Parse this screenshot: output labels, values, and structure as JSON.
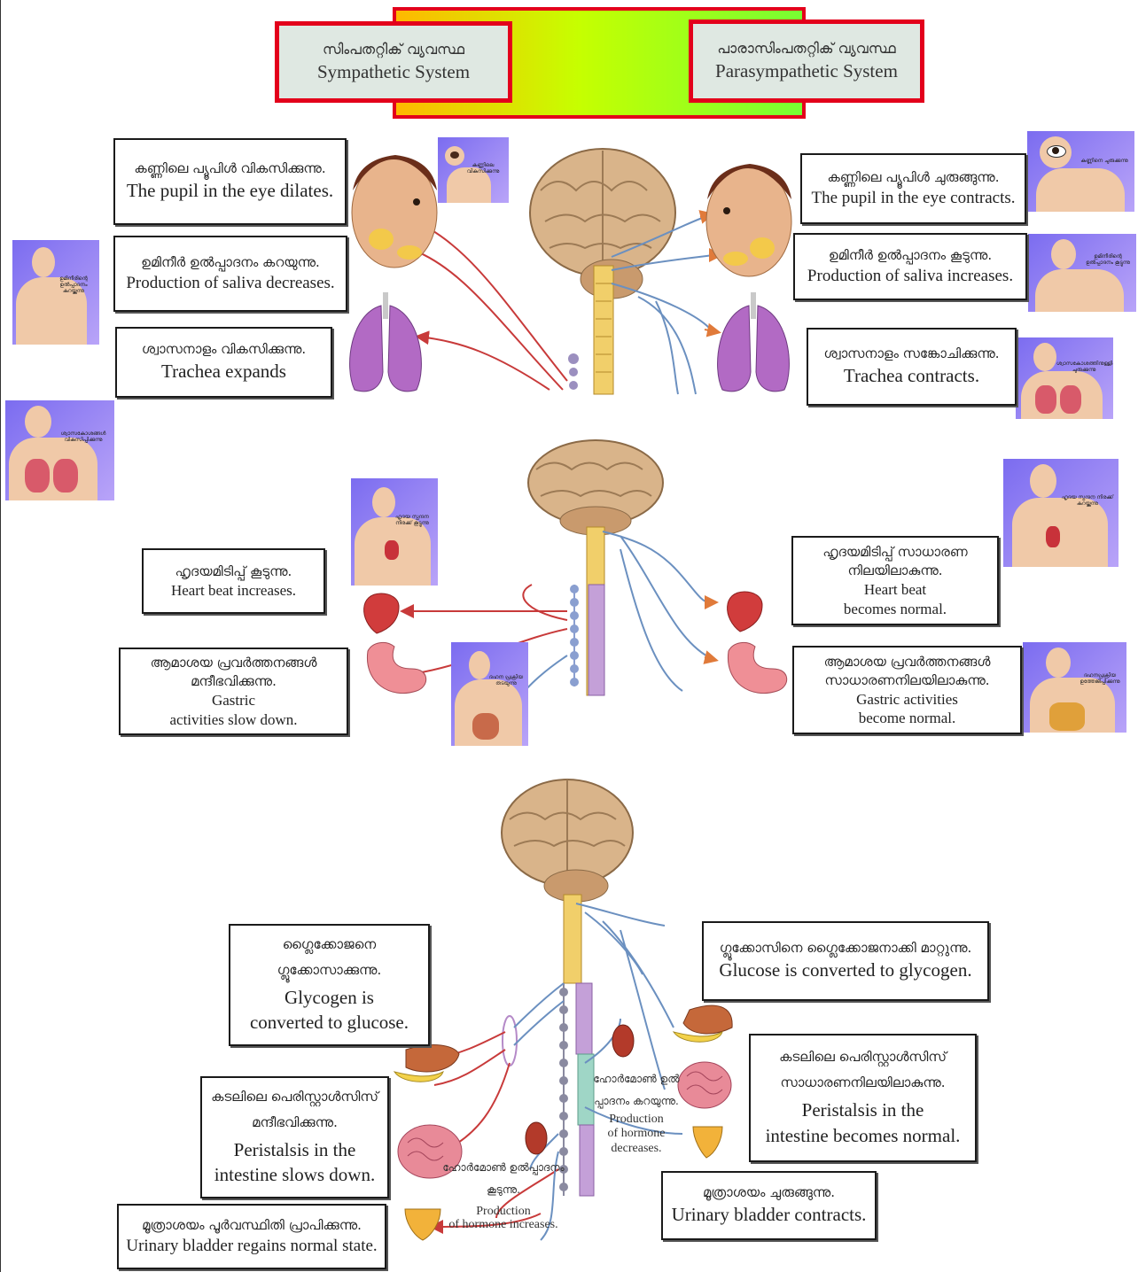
{
  "header": {
    "sympathetic_ml": "സിംപതറ്റിക് വ്യവസ്ഥ",
    "sympathetic_en": "Sympathetic System",
    "parasympathetic_ml": "പാരാസിംപതറ്റിക് വ്യവസ്ഥ",
    "parasympathetic_en": "Parasympathetic System"
  },
  "sympathetic": {
    "eye": {
      "ml": "കണ്ണിലെ പ്യൂപിൾ വികസിക്കുന്നു.",
      "en": "The pupil in the eye dilates."
    },
    "saliva": {
      "ml": "ഉമിനീർ ഉൽപ്പാദനം കറയുന്നു.",
      "en": "Production of saliva decreases."
    },
    "trachea": {
      "ml": "ശ്വാസനാളം വികസിക്കുന്നു.",
      "en": "Trachea expands"
    },
    "heart": {
      "ml": "ഹൃദയമിടിപ്പ് കൂടുന്നു.",
      "en": "Heart beat increases."
    },
    "gastric": {
      "ml1": "ആമാശയ പ്രവർത്തനങ്ങൾ",
      "ml2": "മന്ദീഭവിക്കുന്നു.",
      "en1": "Gastric",
      "en2": "activities slow down."
    },
    "glycogen": {
      "ml1": "ഗ്ലൈക്കോജനെ",
      "ml2": "ഗ്ലൂക്കോസാക്കുന്നു.",
      "en1": "Glycogen is",
      "en2": "converted to glucose."
    },
    "peristalsis": {
      "ml1": "കടലിലെ പെരിസ്റ്റാൾസിസ്",
      "ml2": "മന്ദീഭവിക്കുന്നു.",
      "en1": "Peristalsis in the",
      "en2": "intestine slows down."
    },
    "bladder": {
      "ml": "മൂത്രാശയം പൂർവസ്ഥിതി പ്രാപിക്കുന്നു.",
      "en": "Urinary bladder regains normal state."
    },
    "hormone": {
      "ml1": "ഹോർമോൺ ഉൽപ്പാദനം",
      "ml2": "കൂടുന്നു.",
      "en1": "Production",
      "en2": "of hormone increases."
    }
  },
  "parasympathetic": {
    "eye": {
      "ml": "കണ്ണിലെ പ്യൂപിൾ ചുരുങ്ങുന്നു.",
      "en": "The pupil in the eye contracts."
    },
    "saliva": {
      "ml": "ഉമിനീർ ഉൽപ്പാദനം കൂടുന്നു.",
      "en": "Production of saliva increases."
    },
    "trachea": {
      "ml": "ശ്വാസനാളം സങ്കോചിക്കുന്നു.",
      "en": "Trachea contracts."
    },
    "heart": {
      "ml1": "ഹൃദയമിടിപ്പ് സാധാരണ",
      "ml2": "നിലയിലാകുന്നു.",
      "en1": "Heart beat",
      "en2": "becomes normal."
    },
    "gastric": {
      "ml1": "ആമാശയ പ്രവർത്തനങ്ങൾ",
      "ml2": "സാധാരണനിലയിലാകുന്നു.",
      "en1": "Gastric activities",
      "en2": "become normal."
    },
    "glucose": {
      "ml": "ഗ്ലൂക്കോസിനെ ഗ്ലൈക്കോജനാക്കി മാറ്റുന്നു.",
      "en": "Glucose is converted to glycogen."
    },
    "peristalsis": {
      "ml1": "കടലിലെ പെരിസ്റ്റാൾസിസ്",
      "ml2": "സാധാരണനിലയിലാകുന്നു.",
      "en1": "Peristalsis in the",
      "en2": "intestine becomes normal."
    },
    "bladder": {
      "ml": "മൂത്രാശയം ചുരുങ്ങുന്നു.",
      "en": "Urinary bladder contracts."
    },
    "hormone": {
      "ml1": "ഹോർമോൺ ഉൽ",
      "ml2": "പ്പാദനം കറയുന്നു.",
      "en1": "Production",
      "en2": "of hormone",
      "en3": "decreases."
    }
  },
  "thumbnails": {
    "t1": "കണ്ണിലെ വികസിക്കുന്നു",
    "t2": "ഉമിനീരിന്റെ ഉൽപ്പാദനം കുറയ്ക്കുന്നു",
    "t3": "ശ്വാസകോശങ്ങൾ വികസിപ്പിക്കുന്നു",
    "t4": "ഹൃദയ സ്പന്ദന നിരക്ക് കൂട്ടുന്നു",
    "t5": "ദഹന പ്രക്രിയ തടയുന്നു",
    "t6": "കണ്ണിനെ ചുരുക്കുന്നു",
    "t7": "ഉമിനീരിന്റെ ഉൽപ്പാദനം കൂട്ടുന്നു",
    "t8": "ശ്വാസകോശത്തിനുള്ളിലെ ചുരുക്കുന്നു",
    "t9": "ഹൃദയ സ്പന്ദന നിരക്ക് കുറയ്ക്കുന്നു",
    "t10": "ദഹനപ്രക്രിയ ഉത്തേജിപ്പിക്കുന്നു"
  }
}
